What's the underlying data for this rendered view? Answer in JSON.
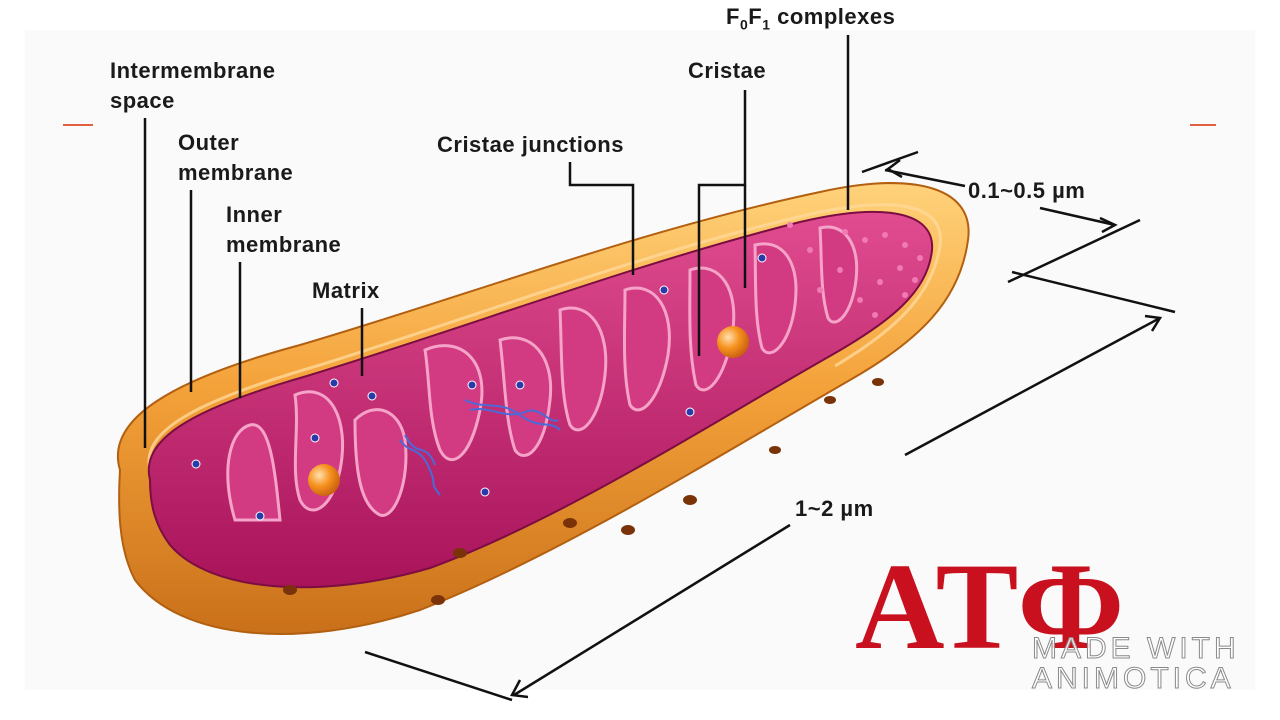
{
  "labels": {
    "intermembrane_line1": "Intermembrane",
    "intermembrane_line2": "space",
    "outer_line1": "Outer",
    "outer_line2": "membrane",
    "inner_line1": "Inner",
    "inner_line2": "membrane",
    "matrix": "Matrix",
    "cristae_junctions": "Cristae junctions",
    "cristae": "Cristae",
    "f0f1_part1": "F",
    "f0f1_sub0": "0",
    "f0f1_part2": "F",
    "f0f1_sub1": "1",
    "f0f1_rest": " complexes",
    "width_dim": "0.1~0.5 µm",
    "length_dim": "1~2 µm"
  },
  "overlay_text": "АТФ",
  "watermark": {
    "line1": "MADE WITH",
    "line2": "ANIMOTICA"
  },
  "colors": {
    "outer_membrane": "#f4a23a",
    "outer_membrane_dark": "#c9701a",
    "matrix": "#c01c6c",
    "cristae_light": "#e65b9c",
    "overlay_text": "#c8101e",
    "accent_rule": "#e06040"
  }
}
